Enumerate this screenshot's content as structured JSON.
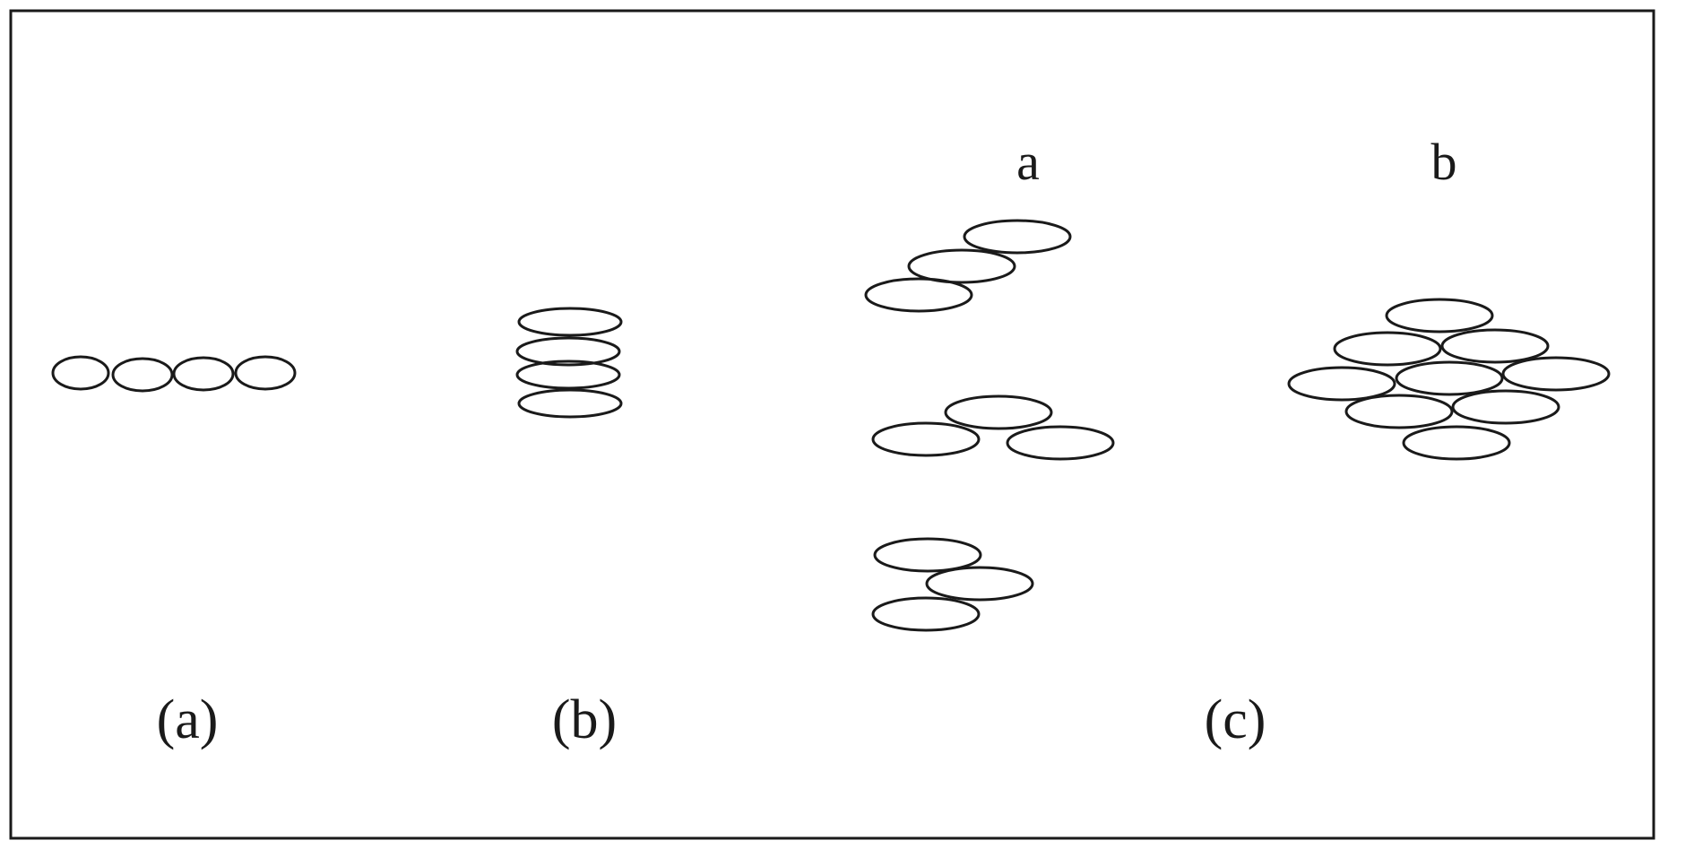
{
  "figure": {
    "captions": {
      "a": "(a)",
      "b": "(b)",
      "c": "(c)"
    },
    "sublabels": {
      "a": "a",
      "b": "b"
    },
    "colors": {
      "stroke": "#1a1a1a",
      "background": "#ffffff"
    }
  }
}
